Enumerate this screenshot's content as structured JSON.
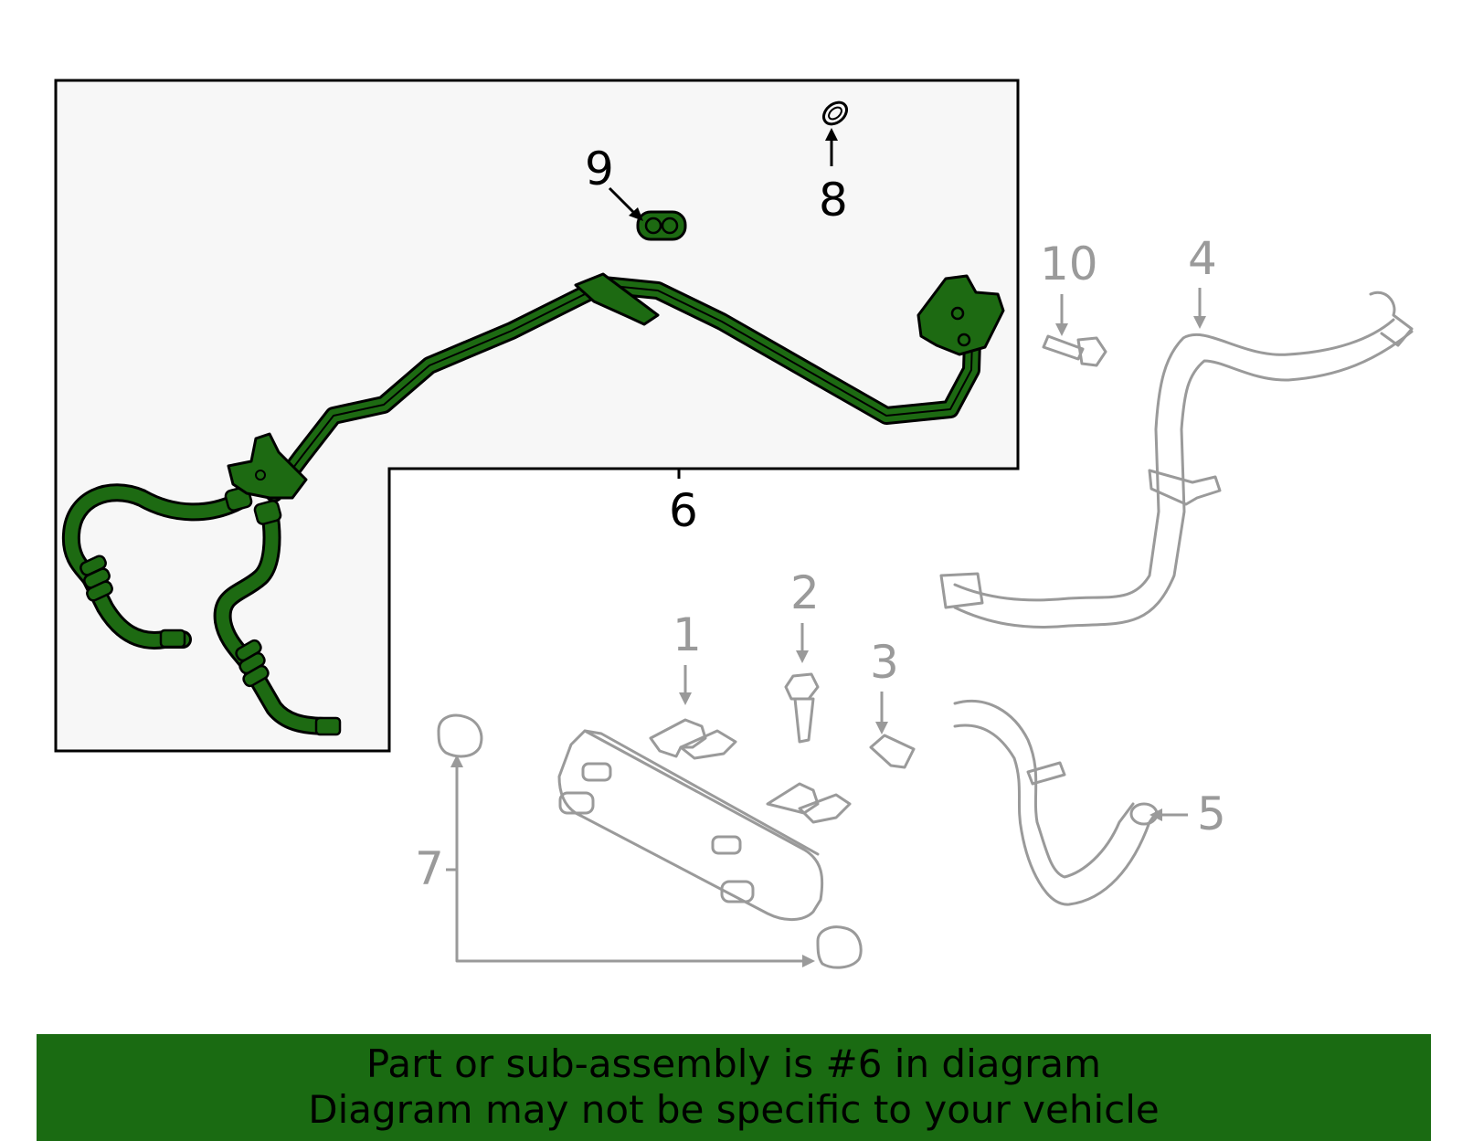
{
  "diagram": {
    "callouts": {
      "c1": "1",
      "c2": "2",
      "c3": "3",
      "c4": "4",
      "c5": "5",
      "c6": "6",
      "c7": "7",
      "c8": "8",
      "c9": "9",
      "c10": "10"
    },
    "highlighted_part": "6",
    "colors": {
      "highlight_fill": "#1d6a12",
      "outline": "#000000",
      "muted_outline": "#9a9a9a",
      "panel_fill": "#f7f7f7",
      "banner_bg": "#1a6b12"
    }
  },
  "banner": {
    "line1": "Part or sub-assembly is #6 in diagram",
    "line2": "Diagram may not be specific to your vehicle"
  }
}
